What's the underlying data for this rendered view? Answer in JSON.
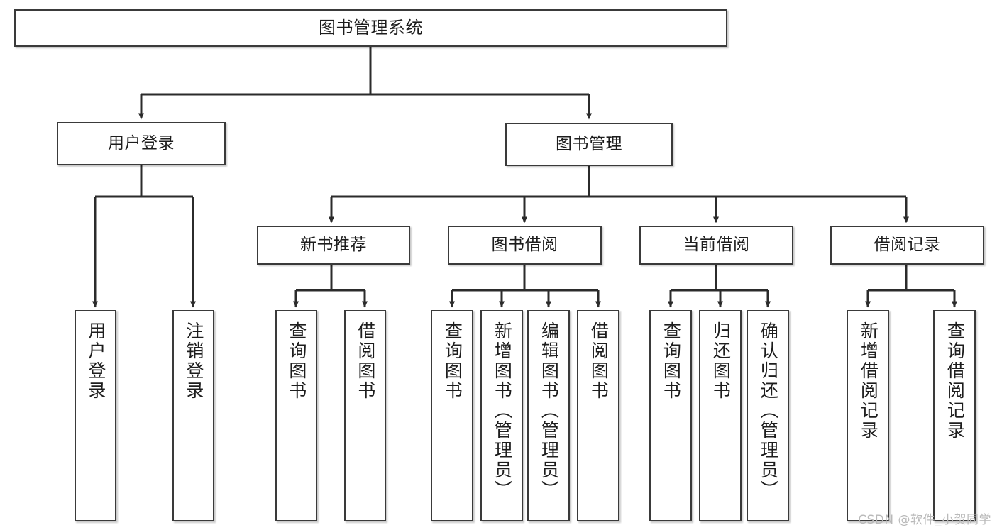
{
  "diagram": {
    "type": "tree",
    "title": "图书管理系统",
    "watermark": "CSDN @软件_小贺同学",
    "colors": {
      "box_border": "#3a3a3a",
      "box_fill": "#ffffff",
      "edge": "#2b2b2b",
      "text": "#1d1d1d",
      "watermark": "#b9b9b9"
    },
    "levels": {
      "root": [
        "图书管理系统"
      ],
      "level2": [
        "用户登录",
        "图书管理"
      ],
      "level3": [
        "新书推荐",
        "图书借阅",
        "当前借阅",
        "借阅记录"
      ],
      "leaves": [
        "用户登录",
        "注销登录",
        "查询图书",
        "借阅图书",
        "查询图书",
        "新增图书（管理员）",
        "编辑图书（管理员）",
        "借阅图书",
        "查询图书",
        "归还图书",
        "确认归还（管理员）",
        "新增借阅记录",
        "查询借阅记录"
      ]
    },
    "nodes": {
      "root": {
        "label": "图书管理系统"
      },
      "user_login": {
        "label": "用户登录"
      },
      "book_manage": {
        "label": "图书管理"
      },
      "new_book_rec": {
        "label": "新书推荐"
      },
      "book_borrow": {
        "label": "图书借阅"
      },
      "current_borrow": {
        "label": "当前借阅"
      },
      "borrow_record": {
        "label": "借阅记录"
      },
      "leaf_user_login": {
        "label": "用户登录"
      },
      "leaf_logout": {
        "label": "注销登录"
      },
      "leaf_query_book_a": {
        "label": "查询图书"
      },
      "leaf_borrow_book_a": {
        "label": "借阅图书"
      },
      "leaf_query_book_b": {
        "label": "查询图书"
      },
      "leaf_add_book": {
        "label": "新增图书（管理员）"
      },
      "leaf_edit_book": {
        "label": "编辑图书（管理员）"
      },
      "leaf_borrow_book_b": {
        "label": "借阅图书"
      },
      "leaf_query_book_c": {
        "label": "查询图书"
      },
      "leaf_return_book": {
        "label": "归还图书"
      },
      "leaf_confirm_return": {
        "label": "确认归还（管理员）"
      },
      "leaf_add_record": {
        "label": "新增借阅记录"
      },
      "leaf_query_record": {
        "label": "查询借阅记录"
      }
    }
  }
}
